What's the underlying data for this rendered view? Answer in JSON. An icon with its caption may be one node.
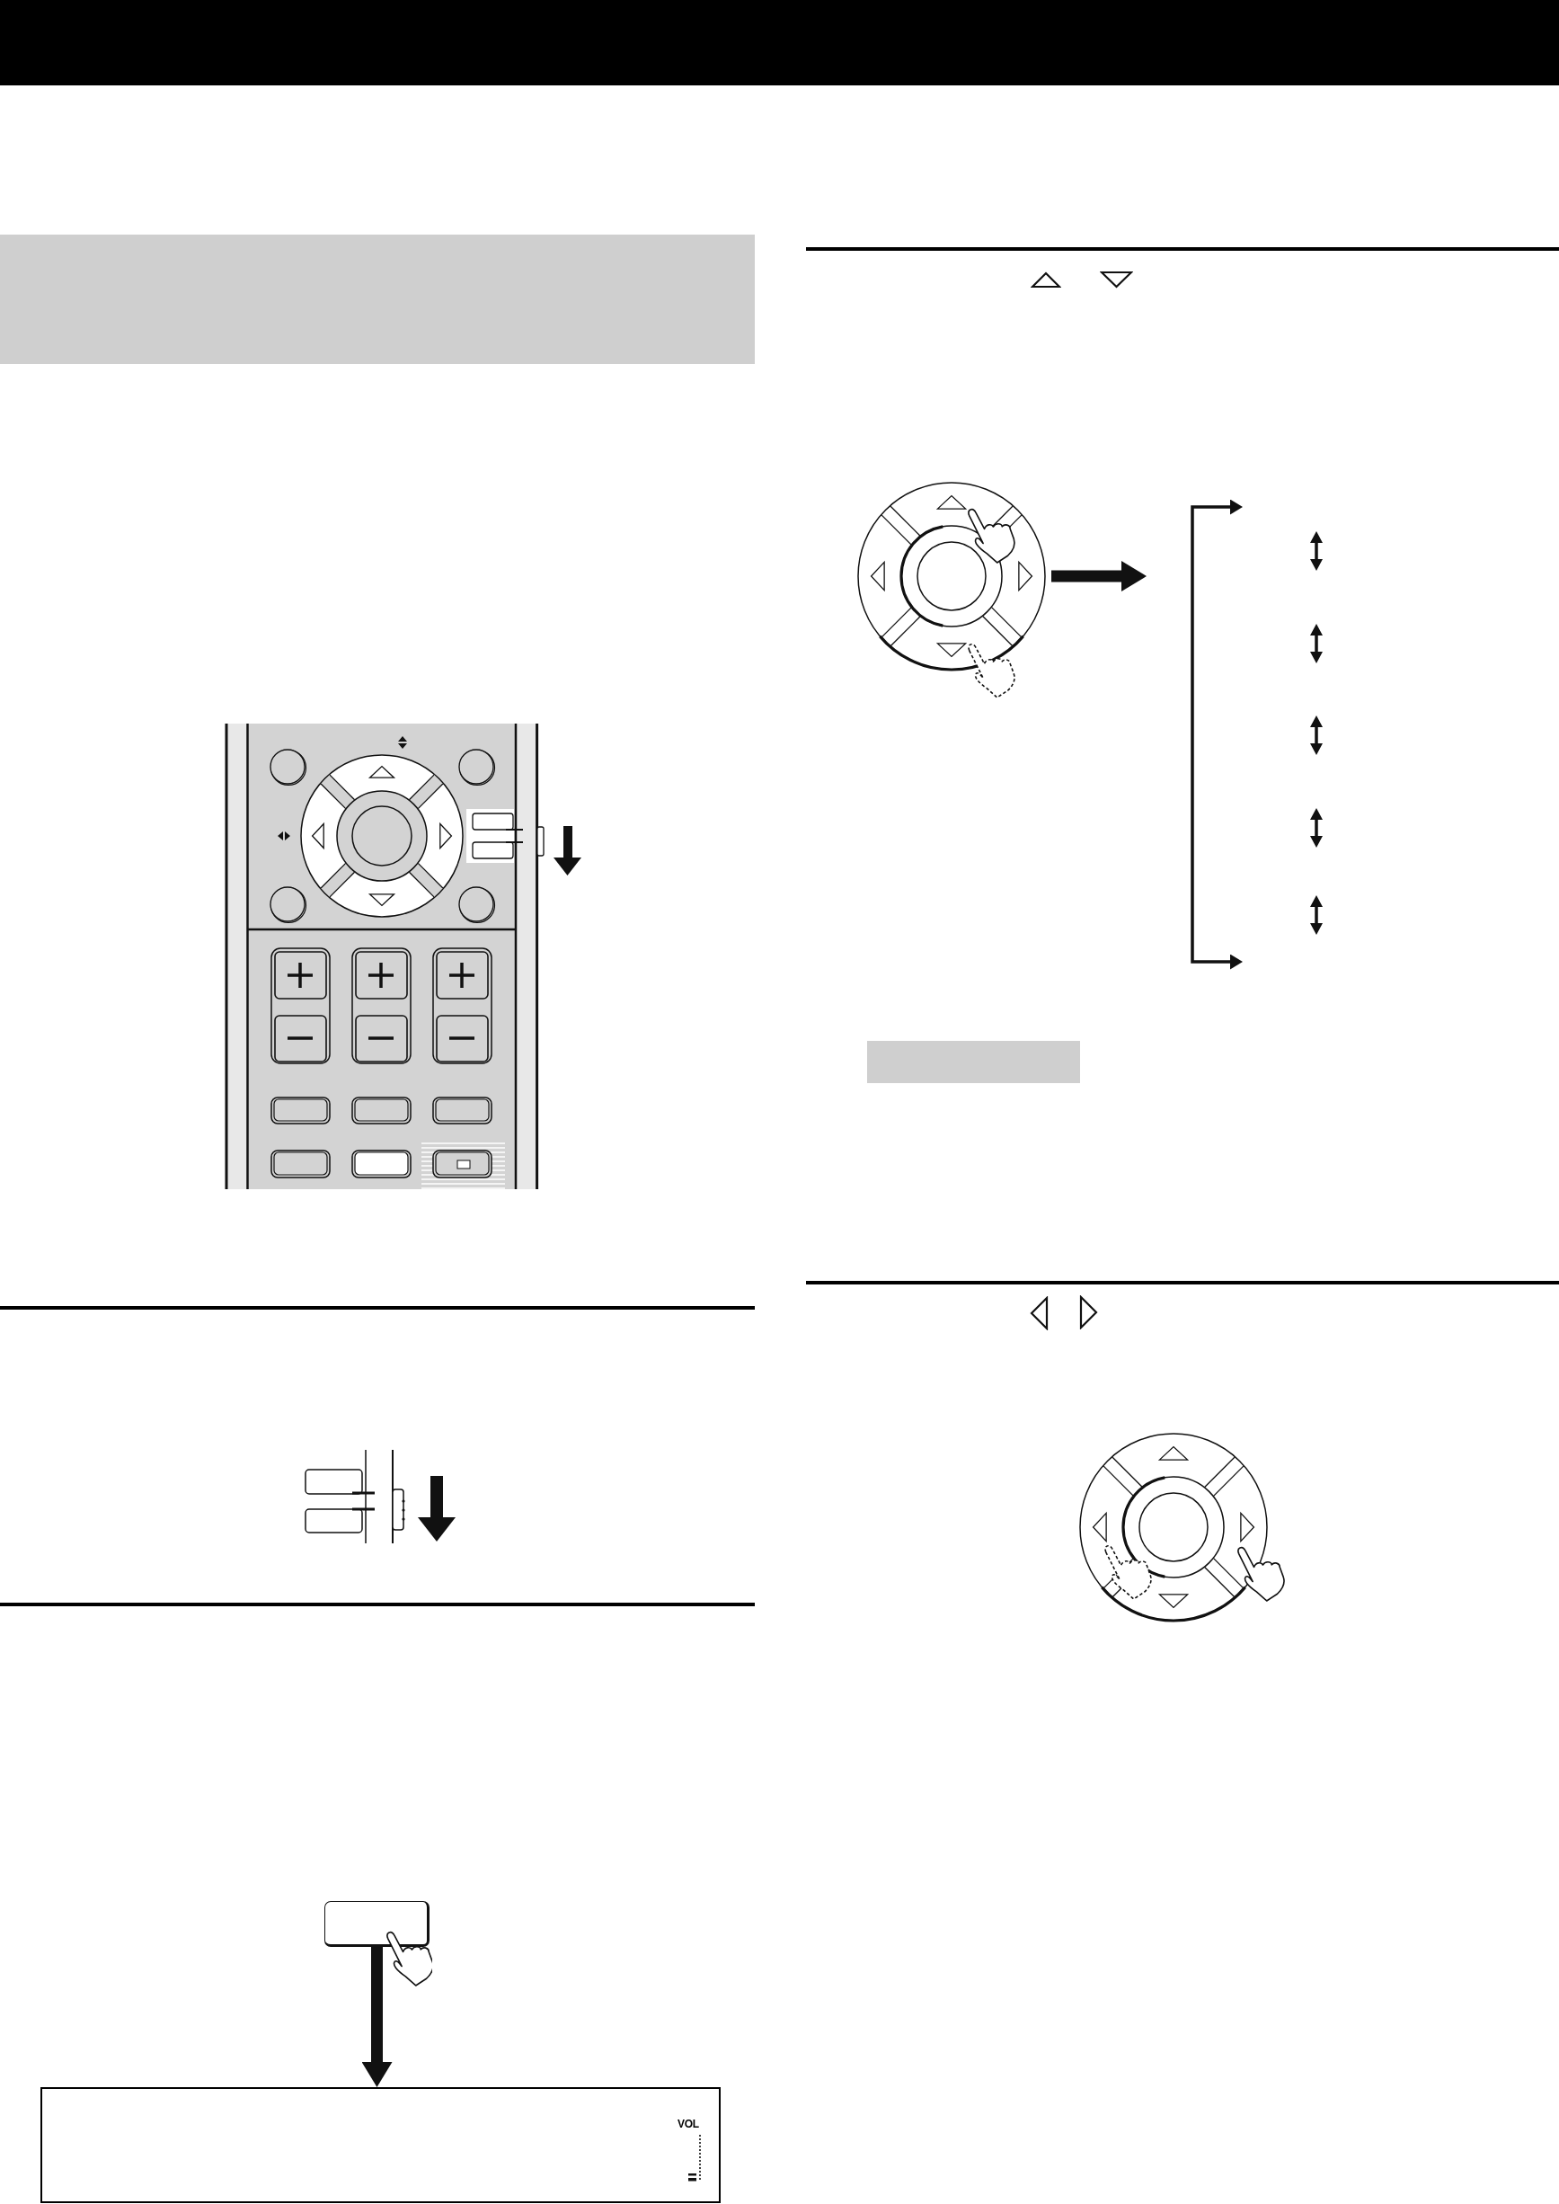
{
  "diagram": {
    "nodes": [
      {
        "text": [],
        "shape": "box"
      },
      {
        "text": [],
        "shape": "box"
      },
      {
        "text": [
          "VOL"
        ]
      },
      {
        "text": [],
        "shape": "picture"
      },
      {
        "text": [],
        "shape": "box"
      }
    ],
    "edges": [
      {
        "from": 1,
        "to": 2,
        "arrow": "to"
      },
      {
        "from": 3,
        "to": null,
        "arrow": "to"
      }
    ]
  }
}
